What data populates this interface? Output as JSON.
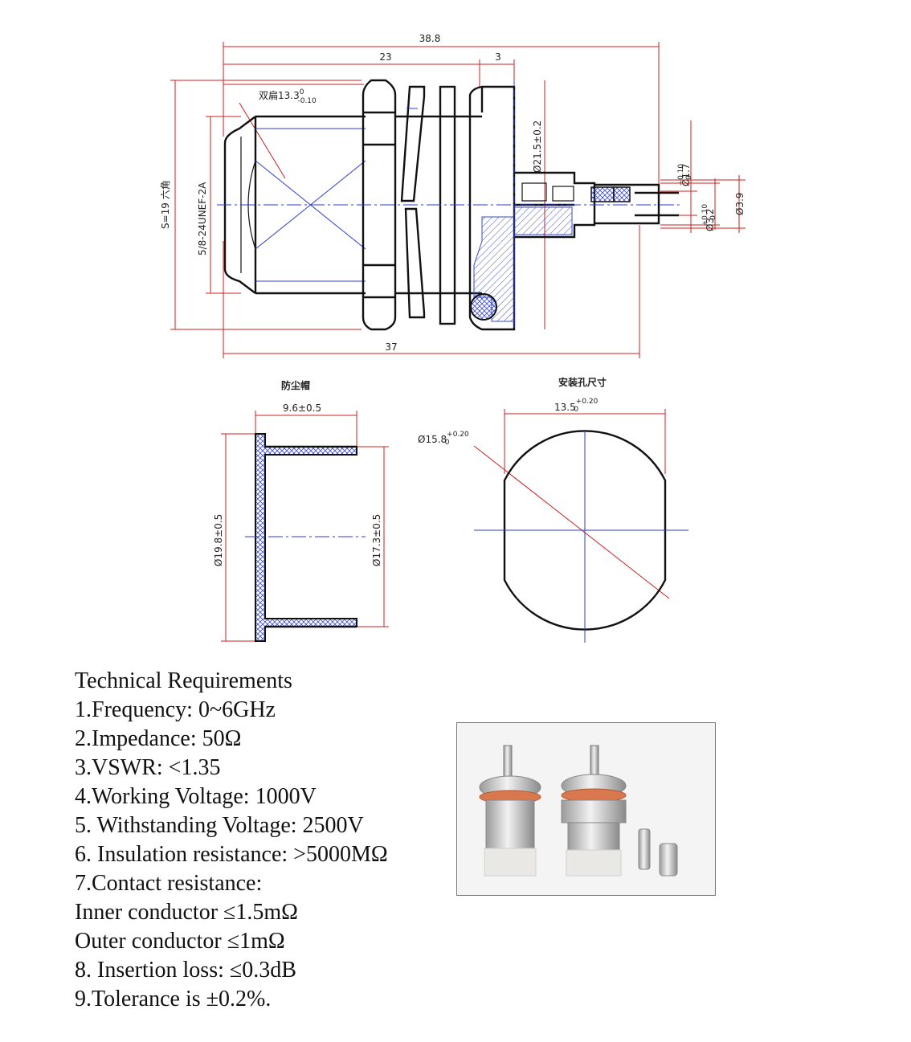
{
  "side_view": {
    "dim_total": "38.8",
    "dim_23": "23",
    "dim_3": "3",
    "dim_37": "37",
    "dim_flat_prefix": "双扁13.3",
    "dim_flat_upper": "0",
    "dim_flat_lower": "-0.10",
    "dim_hex": "S=19 六角",
    "dim_thread": "5/8-24UNEF-2A",
    "dim_flange": "Ø21.5±0.2",
    "dim_pin_base": "Ø1.7",
    "dim_pin_upper": "+0.10",
    "dim_pin_lower": "0",
    "dim_crimp_base": "Ø3.2",
    "dim_crimp_upper": "+0.10",
    "dim_crimp_lower": "0",
    "dim_ferrule": "Ø3.9"
  },
  "dust_cap": {
    "title": "防尘帽",
    "dim_length": "9.6±0.5",
    "dim_outer": "Ø19.8±0.5",
    "dim_inner": "Ø17.3±0.5"
  },
  "mount_hole": {
    "title": "安装孔尺寸",
    "dim_width_base": "13.5",
    "dim_width_upper": "+0.20",
    "dim_width_lower": "0",
    "dim_dia_base": "Ø15.8",
    "dim_dia_upper": "+0.20",
    "dim_dia_lower": "0"
  },
  "technical_requirements": {
    "heading": "Technical Requirements",
    "items": [
      "1.Frequency: 0~6GHz",
      "2.Impedance: 50Ω",
      "3.VSWR: <1.35",
      "4.Working Voltage: 1000V",
      "5. Withstanding Voltage: 2500V",
      "6. Insulation resistance: >5000MΩ",
      "7.Contact resistance:",
      "Inner conductor ≤1.5mΩ",
      "Outer conductor ≤1mΩ",
      "8. Insertion loss: ≤0.3dB",
      "9.Tolerance is ±0.2%."
    ]
  },
  "colors": {
    "dimension": "#cc1f1f",
    "centerline": "#2b3bd6",
    "outline": "#111111"
  }
}
